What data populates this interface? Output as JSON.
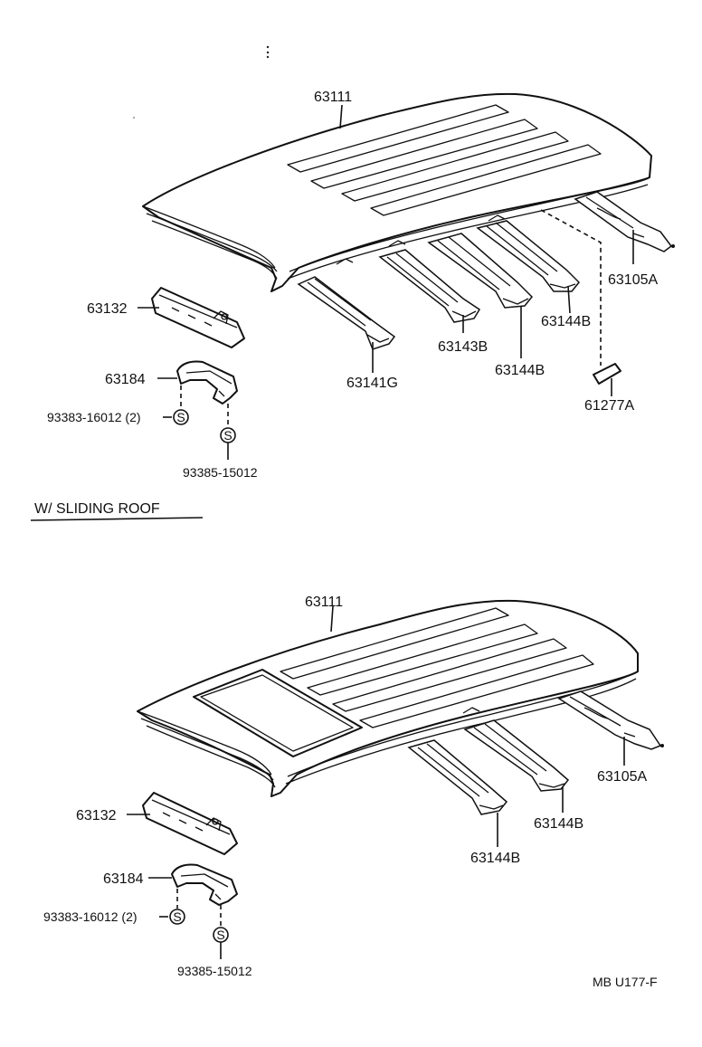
{
  "diagram": {
    "top": {
      "roof_panel": "63111",
      "rear_bracket": "63105A",
      "rail_side": "63144B",
      "rail_center": "63143B",
      "rail_rear_low": "63144B",
      "front_rail": "63141G",
      "clip": "61277A",
      "front_header": "63132",
      "front_bracket": "63184",
      "screw_left": "93383-16012 (2)",
      "screw_right": "93385-15012"
    },
    "section_title": "W/ SLIDING  ROOF",
    "bottom": {
      "roof_panel": "63111",
      "rear_bracket": "63105A",
      "rail_right": "63144B",
      "rail_left": "63144B",
      "front_header": "63132",
      "front_bracket": "63184",
      "screw_left": "93383-16012 (2)",
      "screw_right": "93385-15012"
    },
    "screw_symbol": "S",
    "footer_code": "MB U177-F"
  }
}
